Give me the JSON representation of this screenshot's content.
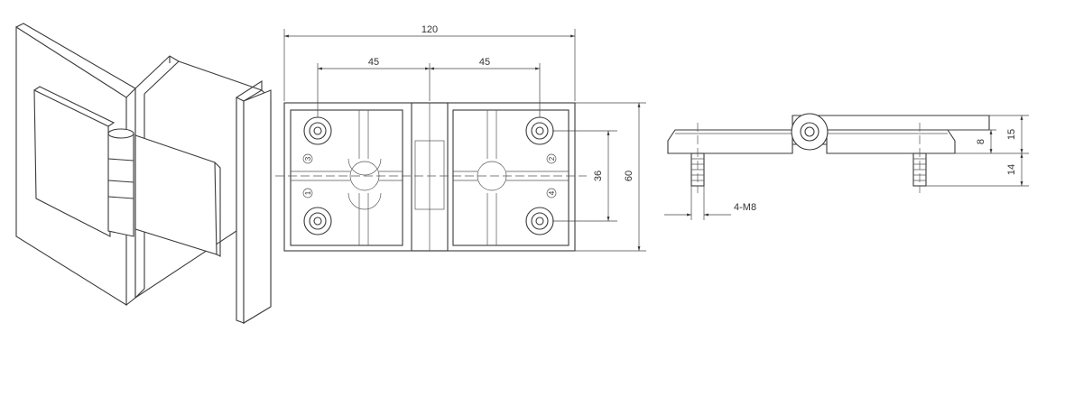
{
  "dimensions": {
    "overall_width": "120",
    "left_hole_spacing": "45",
    "right_hole_spacing": "45",
    "hole_vertical_spacing": "36",
    "overall_height": "60",
    "thread": "4-M8",
    "thickness_top": "15",
    "thickness_mid": "8",
    "stud_length": "14"
  },
  "hole_markers": {
    "m1": "1",
    "m2": "2",
    "m3": "3",
    "m4": "4"
  },
  "style": {
    "line_color": "#3a3a3a",
    "background": "#ffffff"
  }
}
